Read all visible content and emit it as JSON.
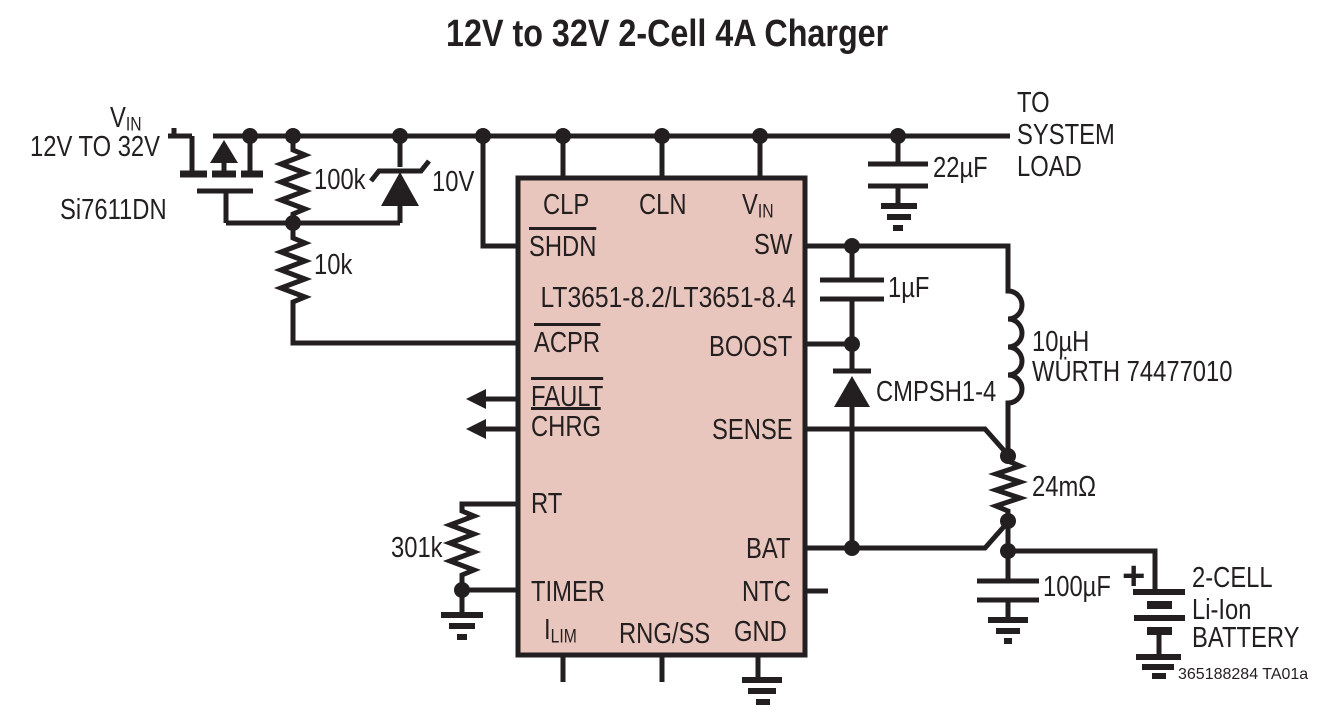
{
  "title": "12V to 32V 2-Cell 4A Charger",
  "colors": {
    "wire": "#231f20",
    "ic_fill": "#e9c6bd"
  },
  "input": {
    "vin_main": "V",
    "vin_sub": "IN",
    "range": "12V TO 32V",
    "mosfet": "Si7611DN",
    "resistor_top": "100k",
    "zener": "10V",
    "resistor_bottom": "10k",
    "cap": "22µF"
  },
  "load": {
    "line1": "TO",
    "line2": "SYSTEM",
    "line3": "LOAD"
  },
  "ic": {
    "part": "LT3651-8.2/LT3651-8.4",
    "pins": {
      "clp": "CLP",
      "cln": "CLN",
      "vin_main": "V",
      "vin_sub": "IN",
      "shdn": "SHDN",
      "sw": "SW",
      "acpr": "ACPR",
      "boost": "BOOST",
      "fault": "FAULT",
      "chrg": "CHRG",
      "sense": "SENSE",
      "rt": "RT",
      "bat": "BAT",
      "timer": "TIMER",
      "ntc": "NTC",
      "ilim_main": "I",
      "ilim_sub": "LIM",
      "rngss": "RNG/SS",
      "gnd": "GND"
    }
  },
  "timer": {
    "resistor": "301k"
  },
  "output": {
    "boost_cap": "1µF",
    "boost_diode": "CMPSH1-4",
    "inductor_value": "10µH",
    "inductor_part": "WÜRTH 74477010",
    "sense_resistor": "24mΩ",
    "cap": "100µF"
  },
  "battery": {
    "plus": "+",
    "line1": "2-CELL",
    "line2": "Li-Ion",
    "line3": "BATTERY"
  },
  "note": "365188284 TA01a"
}
